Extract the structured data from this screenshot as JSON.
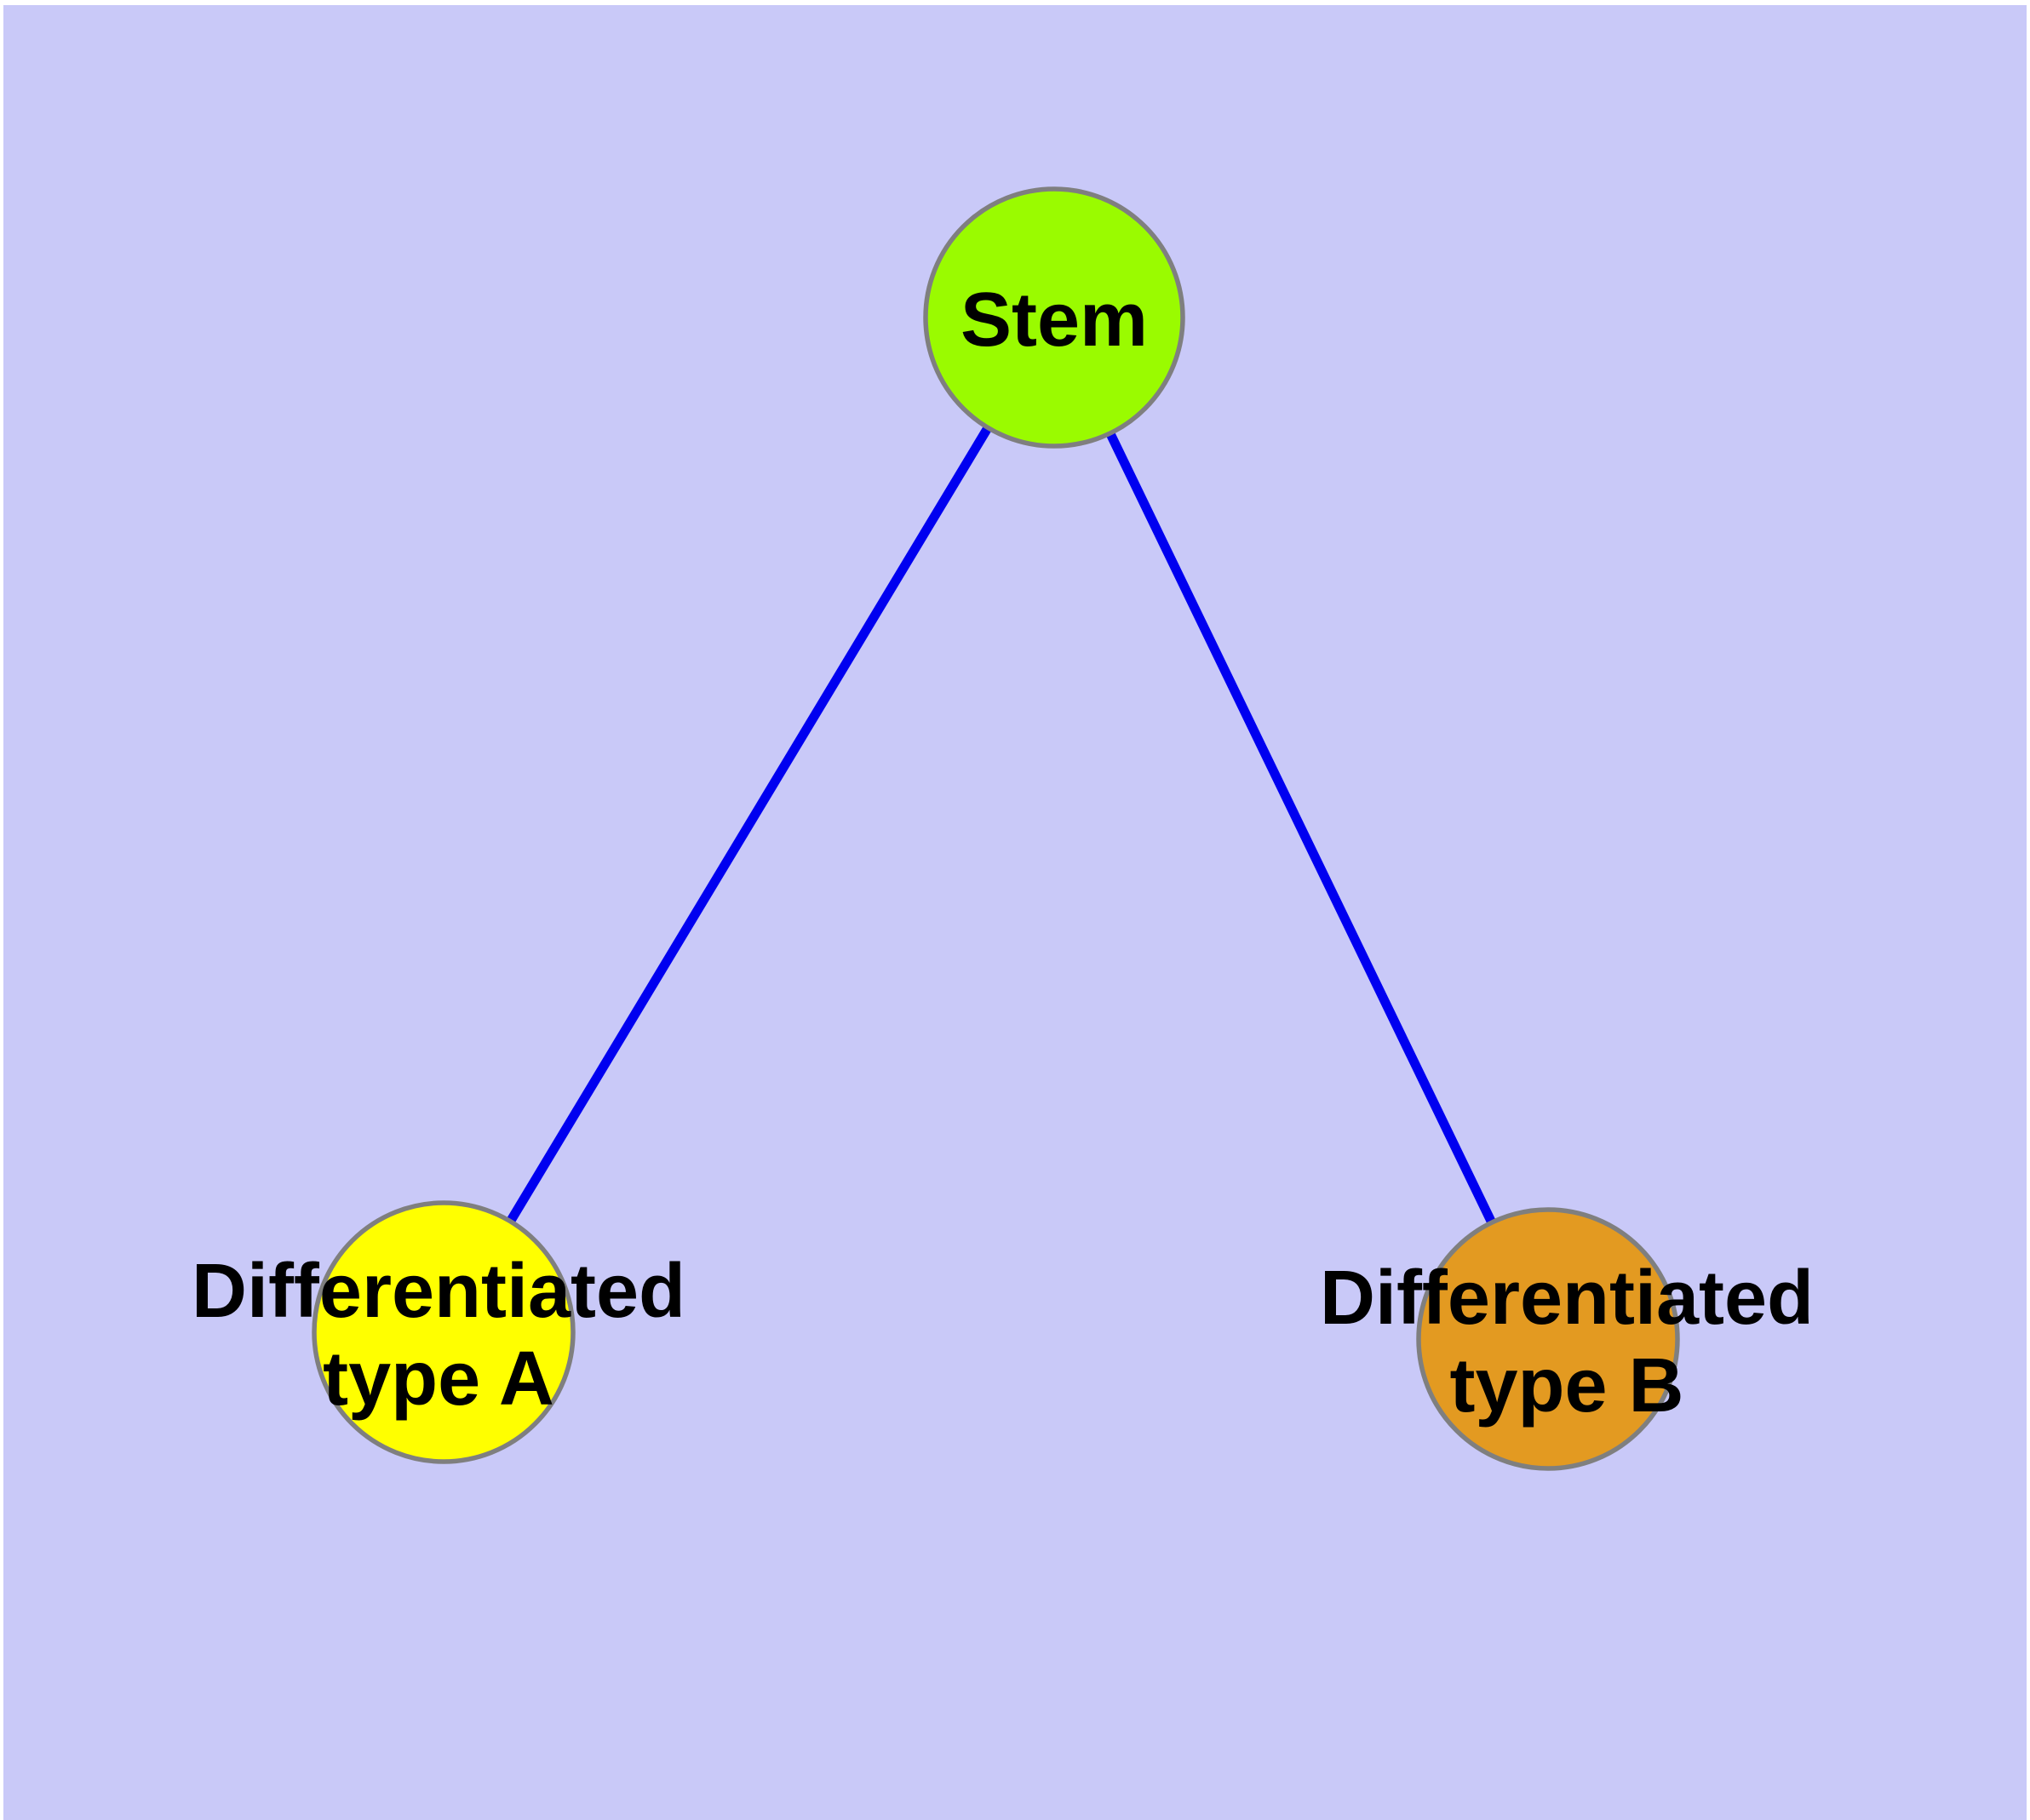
{
  "diagram": {
    "type": "node-link-graph",
    "background_color": "#C9C9F8",
    "margin_color": "#FFFFFF",
    "edge_color": "#0000F0",
    "node_border_color": "#7F7F7F",
    "label_color": "#000000",
    "nodes": [
      {
        "id": "stem",
        "label": "Stem",
        "color": "#9AFB00"
      },
      {
        "id": "differentiated-type-a",
        "label": "Differentiated type A",
        "label_line1": "Differentiated",
        "label_line2": "type A",
        "color": "#FFFF00"
      },
      {
        "id": "differentiated-type-b",
        "label": "Differentiated type B",
        "label_line1": "Differentiated",
        "label_line2": "type B",
        "color": "#E39A21"
      }
    ],
    "edges": [
      {
        "from": "Stem",
        "to": "Differentiated type A"
      },
      {
        "from": "Stem",
        "to": "Differentiated type B"
      }
    ]
  }
}
